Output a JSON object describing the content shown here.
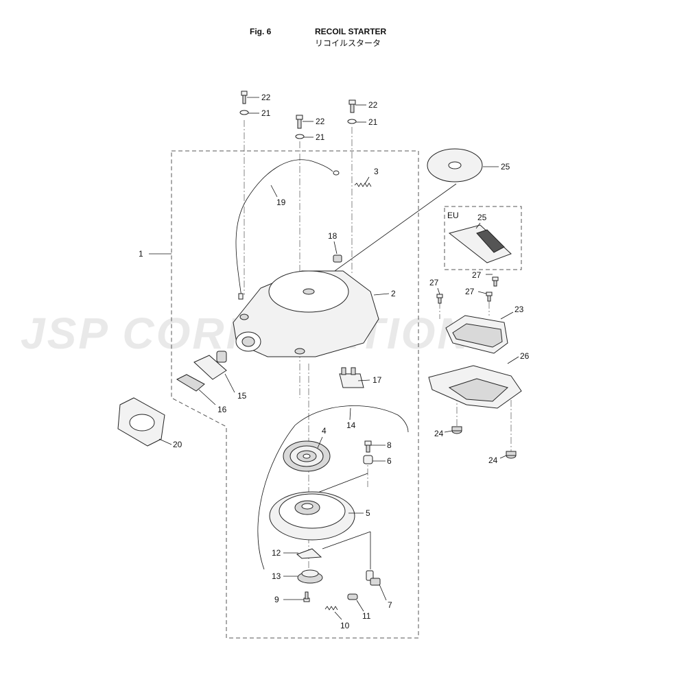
{
  "header": {
    "fig": "Fig. 6",
    "title_en": "RECOIL STARTER",
    "title_jp": "リコイルスタータ"
  },
  "watermark": "JSP CORPORATION",
  "eu_label": "EU",
  "callouts": {
    "c1": "1",
    "c2": "2",
    "c3": "3",
    "c4": "4",
    "c5": "5",
    "c6": "6",
    "c7": "7",
    "c8": "8",
    "c9": "9",
    "c10": "10",
    "c11": "11",
    "c12": "12",
    "c13": "13",
    "c14": "14",
    "c15": "15",
    "c16": "16",
    "c17": "17",
    "c18": "18",
    "c19": "19",
    "c20": "20",
    "c21a": "21",
    "c21b": "21",
    "c21c": "21",
    "c22a": "22",
    "c22b": "22",
    "c22c": "22",
    "c23": "23",
    "c24a": "24",
    "c24b": "24",
    "c25a": "25",
    "c25b": "25",
    "c26": "26",
    "c27a": "27",
    "c27b": "27",
    "c27c": "27"
  }
}
